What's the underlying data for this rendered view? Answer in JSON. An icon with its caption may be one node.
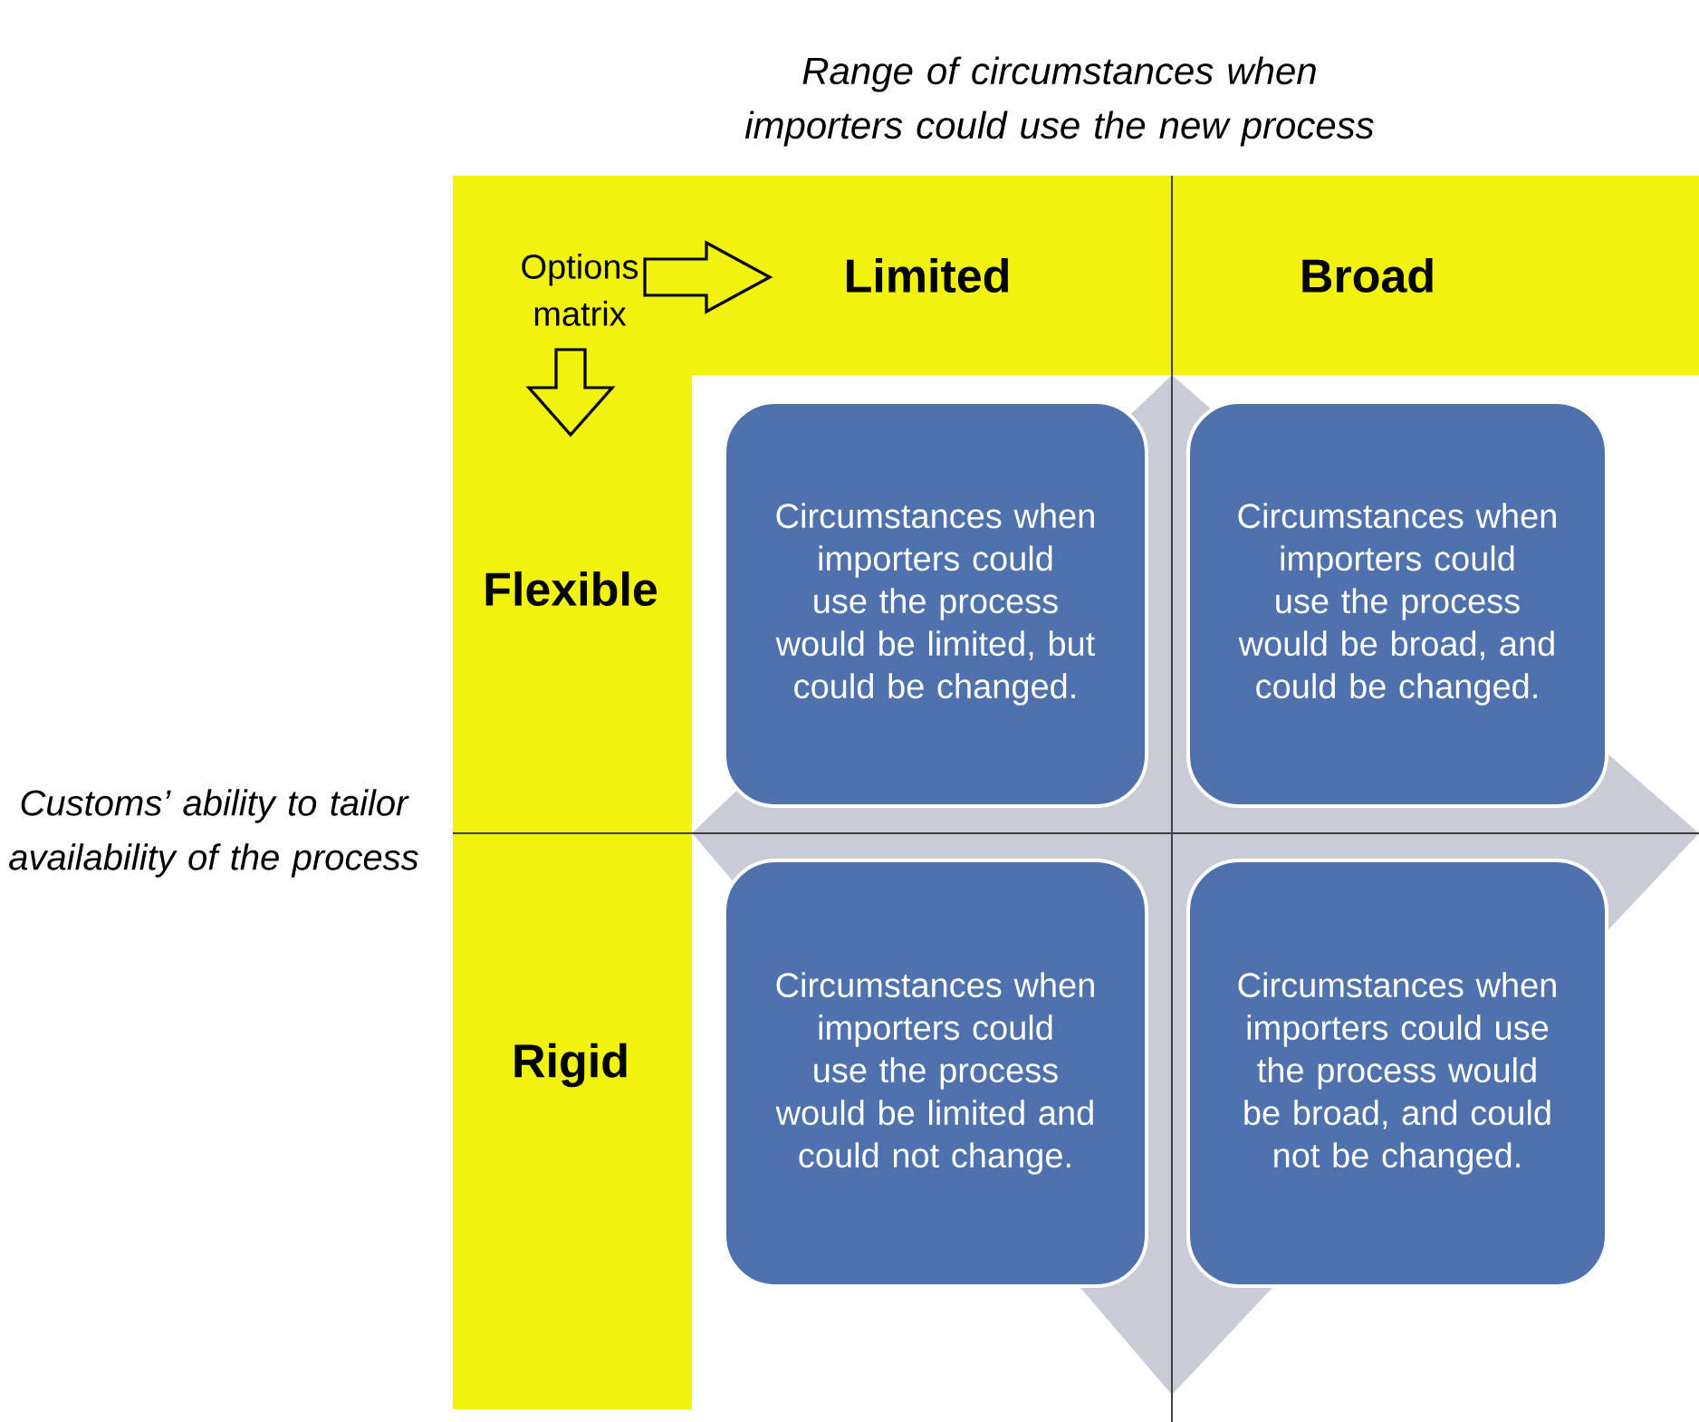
{
  "diagram": {
    "nodes": [
      {
        "text": [
          "Circumstances when importers could use the process would be limited, but could be changed."
        ]
      },
      {
        "text": [
          "Circumstances when importers could use the process would be broad, and could be changed."
        ]
      },
      {
        "text": [
          "Circumstances when importers could use the process would be limited and could not change."
        ]
      },
      {
        "text": [
          "Circumstances when importers could use the process would be broad, and could not be changed."
        ]
      }
    ],
    "labels": [
      "Range of circumstances when importers could use the new process",
      "Options matrix",
      "Limited",
      "Broad",
      "Flexible",
      "Customs’ ability to tailor availability of the process",
      "Rigid"
    ]
  }
}
